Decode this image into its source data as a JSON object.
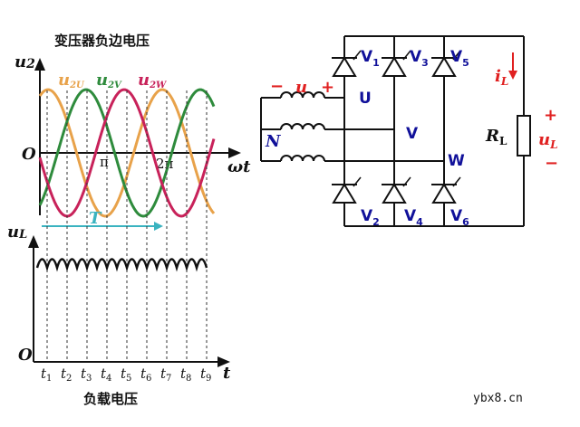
{
  "top_title": "变压器负边电压",
  "bottom_title": "负载电压",
  "watermark": "ybx8.cn",
  "waveform": {
    "y_label_main": "u",
    "y_label_sub": "2",
    "x_label": "ωt",
    "origin": "O",
    "tick_pi": "π",
    "tick_2pi": "2π",
    "period_label": "T",
    "phases": [
      {
        "main": "u",
        "sub": "2U",
        "color": "#e8a24a"
      },
      {
        "main": "u",
        "sub": "2V",
        "color": "#2e8b3c"
      },
      {
        "main": "u",
        "sub": "2W",
        "color": "#c8225a"
      }
    ]
  },
  "load": {
    "y_label_main": "u",
    "y_label_sub": "L",
    "x_label": "t",
    "origin": "O",
    "times": [
      {
        "main": "t",
        "sub": "1"
      },
      {
        "main": "t",
        "sub": "2"
      },
      {
        "main": "t",
        "sub": "3"
      },
      {
        "main": "t",
        "sub": "4"
      },
      {
        "main": "t",
        "sub": "5"
      },
      {
        "main": "t",
        "sub": "6"
      },
      {
        "main": "t",
        "sub": "7"
      },
      {
        "main": "t",
        "sub": "8"
      },
      {
        "main": "t",
        "sub": "9"
      }
    ]
  },
  "circuit": {
    "thyristors": [
      {
        "main": "V",
        "sub": "1"
      },
      {
        "main": "V",
        "sub": "3"
      },
      {
        "main": "V",
        "sub": "5"
      },
      {
        "main": "V",
        "sub": "2"
      },
      {
        "main": "V",
        "sub": "4"
      },
      {
        "main": "V",
        "sub": "6"
      }
    ],
    "nodes": [
      "U",
      "V",
      "W"
    ],
    "neutral": "N",
    "winding_voltage": "u",
    "minus": "−",
    "plus": "+",
    "current": {
      "main": "i",
      "sub": "L"
    },
    "resistor": {
      "main": "R",
      "sub": "L"
    },
    "load_voltage": {
      "main": "u",
      "sub": "L"
    }
  }
}
